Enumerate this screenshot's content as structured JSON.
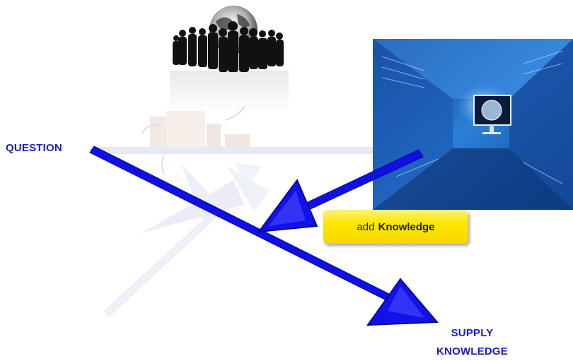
{
  "labels": {
    "question": "QUESTION",
    "supply_line1": "SUPPLY",
    "supply_line2": "KNOWLEDGE",
    "callout_prefix": "add",
    "callout_keyword": "Knowledge"
  },
  "colors": {
    "arrow": "#1010e0",
    "arrow_light": "#2a2aff",
    "label": "#1a1ad6",
    "callout": "#ffe600",
    "faded_arrows": "#e8eaf6"
  },
  "images": {
    "top": "people-globe-illustration",
    "right": "digital-tech-monitor-photo",
    "mid": "faded-buildings-illustration"
  }
}
